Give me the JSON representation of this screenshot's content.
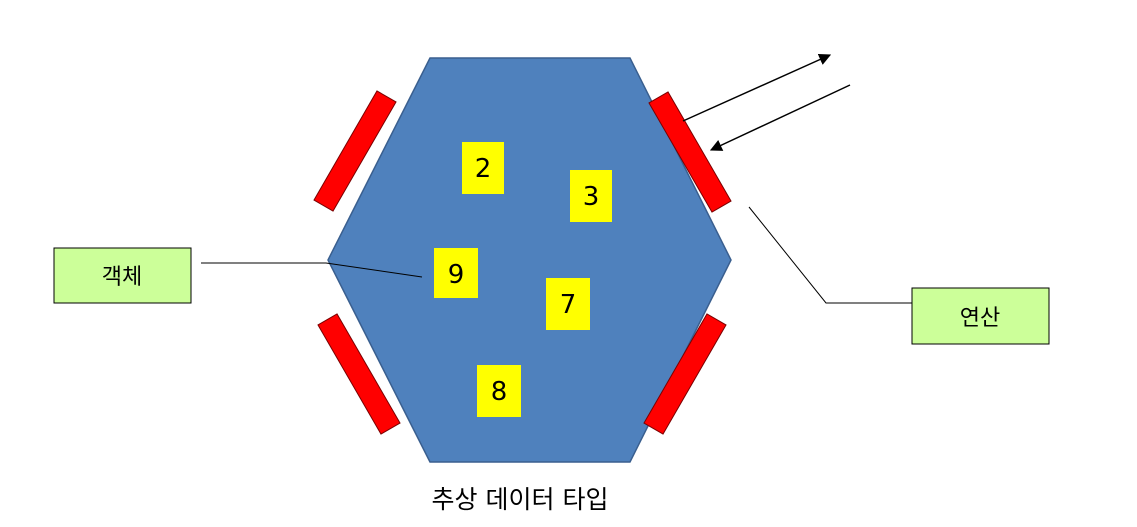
{
  "diagram": {
    "colors": {
      "hexagon_fill": "#4f81bd",
      "hexagon_stroke": "#3a5f8f",
      "operation_bar": "#ff0000",
      "data_box": "#ffff00",
      "label_box": "#ccff99"
    },
    "data_items": [
      {
        "value": "2"
      },
      {
        "value": "3"
      },
      {
        "value": "9"
      },
      {
        "value": "7"
      },
      {
        "value": "8"
      }
    ],
    "object_label": "객체",
    "operation_label": "연산",
    "caption": "추상 데이터 타입"
  }
}
